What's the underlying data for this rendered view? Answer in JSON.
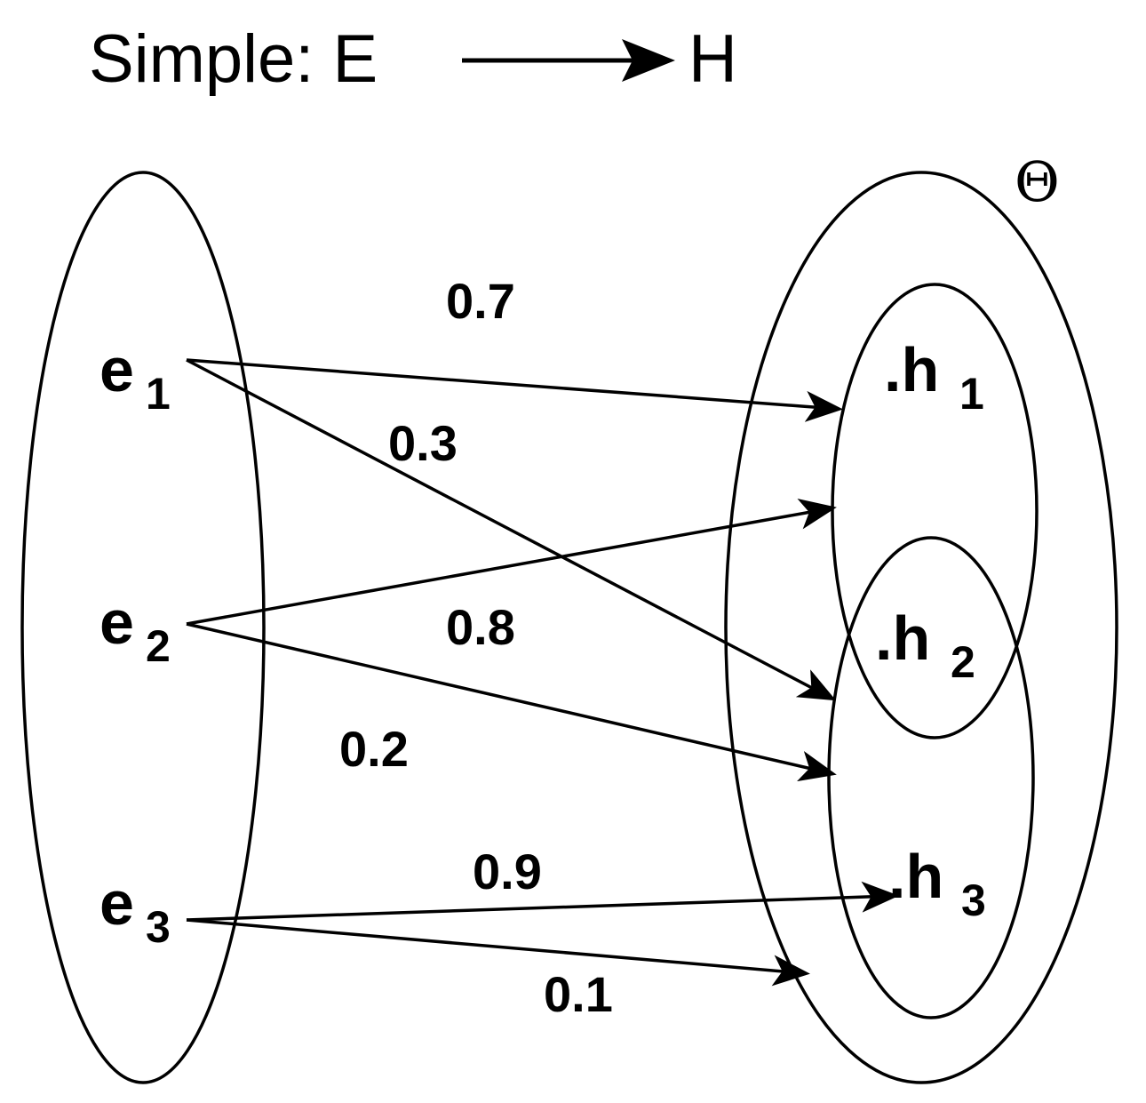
{
  "title": {
    "prefix": "Simple: E",
    "target": "H"
  },
  "frame_label": "Θ",
  "evidence": [
    {
      "id": "e1",
      "main": "e",
      "sub": "1"
    },
    {
      "id": "e2",
      "main": "e",
      "sub": "2"
    },
    {
      "id": "e3",
      "main": "e",
      "sub": "3"
    }
  ],
  "hypotheses": [
    {
      "id": "h1",
      "main": ".h",
      "sub": "1"
    },
    {
      "id": "h2",
      "main": ".h",
      "sub": "2"
    },
    {
      "id": "h3",
      "main": ".h",
      "sub": "3"
    }
  ],
  "mappings": [
    {
      "from": "e1",
      "to": "h1",
      "weight": "0.7"
    },
    {
      "from": "e1",
      "to": "h2-h3",
      "weight": "0.3"
    },
    {
      "from": "e2",
      "to": "h1-h2",
      "weight": "0.8"
    },
    {
      "from": "e2",
      "to": "h2-h3",
      "weight": "0.2"
    },
    {
      "from": "e3",
      "to": "h3",
      "weight": "0.9"
    },
    {
      "from": "e3",
      "to": "theta",
      "weight": "0.1"
    }
  ]
}
